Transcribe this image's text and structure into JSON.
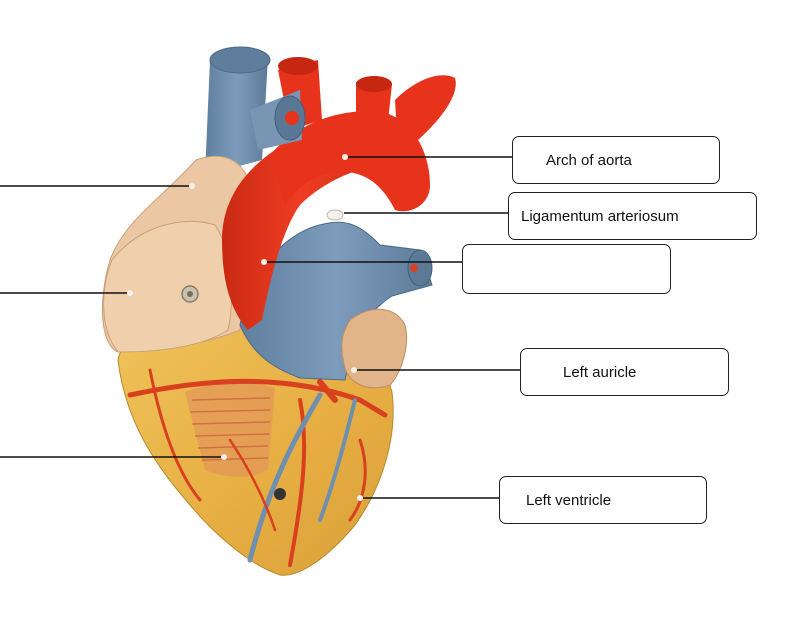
{
  "labels": {
    "arch_of_aorta": "Arch of aorta",
    "ligamentum_arteriosum": "Ligamentum arteriosum",
    "blank_label": "",
    "left_auricle": "Left auricle",
    "left_ventricle": "Left ventricle"
  },
  "colors": {
    "aorta": "#e8331c",
    "pulmonary": "#6f8faf",
    "atrium": "#ecc7a3",
    "ventricle": "#e9b64a",
    "vessel_red": "#d8401f",
    "leader_line": "#111111"
  },
  "icons": {
    "model": "heart-model-illustration"
  }
}
